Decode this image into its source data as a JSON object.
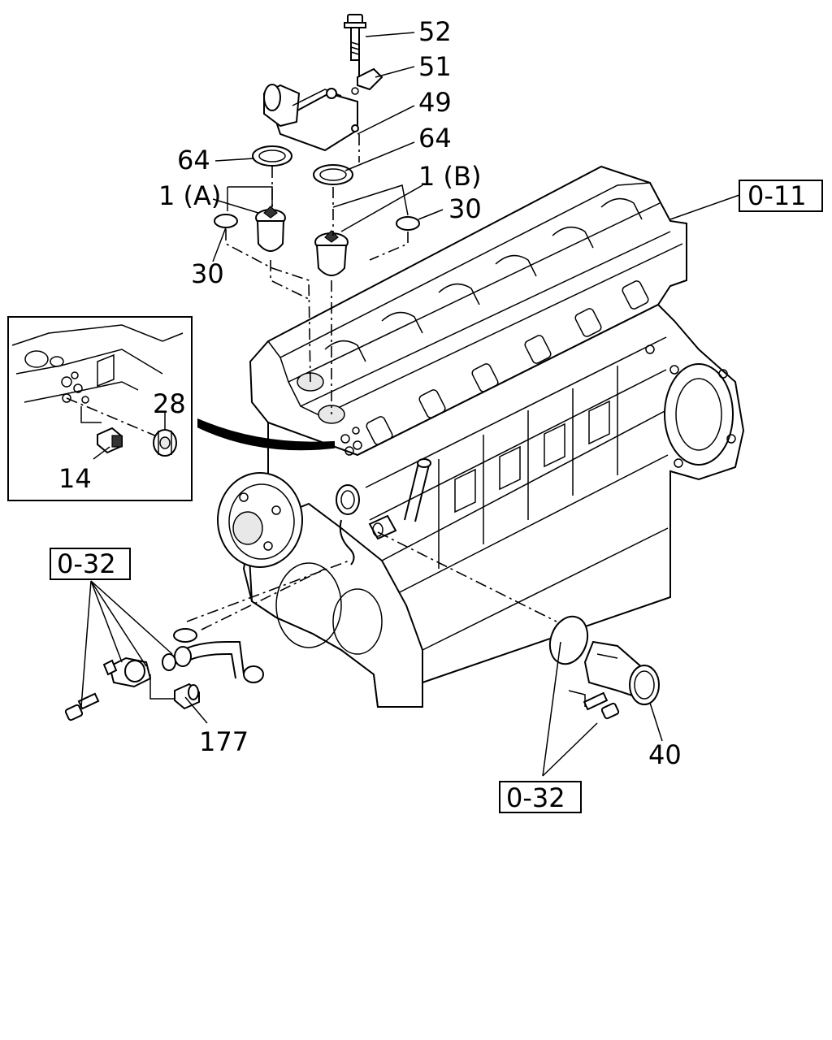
{
  "labels": {
    "p52": "52",
    "p51": "51",
    "p49": "49",
    "p64_right": "64",
    "p64_left": "64",
    "p1a": "1 (A)",
    "p1b": "1 (B)",
    "p30_right": "30",
    "p30_left": "30",
    "p28": "28",
    "p14": "14",
    "p177": "177",
    "p40": "40"
  },
  "refs": {
    "ref_0_11": "0-11",
    "ref_0_32_left": "0-32",
    "ref_0_32_bottom": "0-32"
  }
}
